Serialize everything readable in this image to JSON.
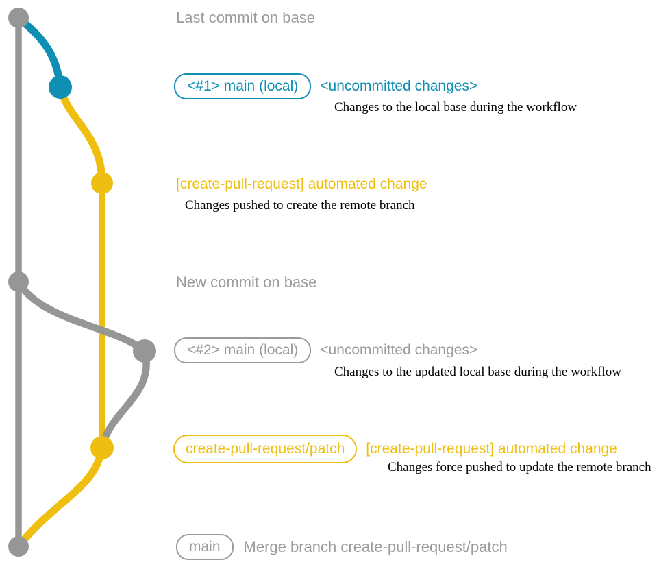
{
  "colors": {
    "gray-line": "#969696",
    "gray-text": "#9b9b9b",
    "blue": "#0f8fb4",
    "yellow": "#eebf10",
    "ink": "#000000"
  },
  "graph": {
    "branches": [
      {
        "name": "base",
        "color": "#969696"
      },
      {
        "name": "main (local)",
        "color": "#0f8fb4"
      },
      {
        "name": "create-pull-request/patch",
        "color": "#eebf10"
      }
    ],
    "commits": [
      {
        "id": "last-commit-on-base",
        "branch": "base"
      },
      {
        "id": "uncommitted-changes-1",
        "branch": "main (local)"
      },
      {
        "id": "automated-change-1",
        "branch": "create-pull-request/patch"
      },
      {
        "id": "new-commit-on-base",
        "branch": "base"
      },
      {
        "id": "uncommitted-changes-2",
        "branch": "main (local)"
      },
      {
        "id": "automated-change-2",
        "branch": "create-pull-request/patch"
      },
      {
        "id": "merge-commit",
        "branch": "base"
      }
    ]
  },
  "annotations": {
    "last_commit": "Last commit on base",
    "new_commit": "New commit on base"
  },
  "local_main_1": {
    "badge": "<#1> main (local)",
    "status": "<uncommitted changes>",
    "description": "Changes to the local base during the workflow"
  },
  "remote_push_1": {
    "label": "[create-pull-request] automated change",
    "description": "Changes pushed to create the remote branch"
  },
  "local_main_2": {
    "badge": "<#2> main (local)",
    "status": "<uncommitted changes>",
    "description": "Changes to the updated local base during the workflow"
  },
  "remote_push_2": {
    "badge": "create-pull-request/patch",
    "label": "[create-pull-request] automated change",
    "description": "Changes force pushed to update the remote branch"
  },
  "merge": {
    "badge": "main",
    "label": "Merge branch create-pull-request/patch"
  }
}
